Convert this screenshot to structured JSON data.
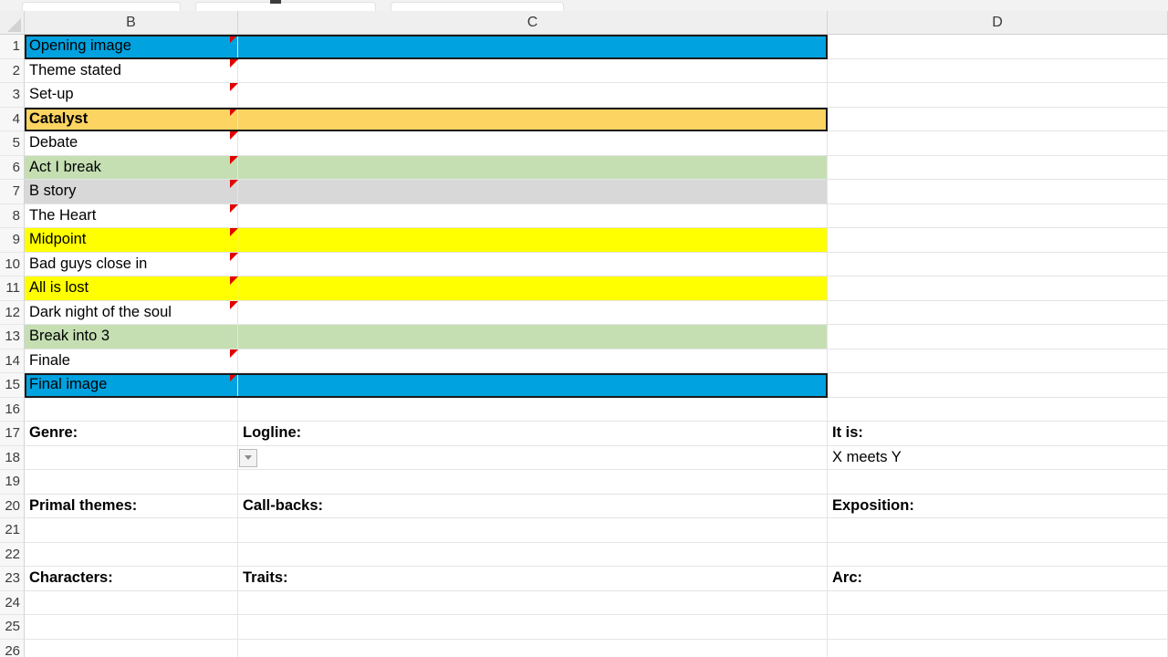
{
  "app": {
    "type": "spreadsheet",
    "tabs": [
      {
        "name": "tab-left-partial",
        "label": ""
      },
      {
        "name": "tab-active-partial",
        "label": ""
      },
      {
        "name": "tab-right-partial",
        "label": ""
      }
    ]
  },
  "grid": {
    "column_headers": [
      "B",
      "C",
      "D"
    ],
    "row_numbers": [
      "1",
      "2",
      "3",
      "4",
      "5",
      "6",
      "7",
      "8",
      "9",
      "10",
      "11",
      "12",
      "13",
      "14",
      "15",
      "16",
      "17",
      "18",
      "19",
      "20",
      "21",
      "22",
      "23",
      "24",
      "25",
      "26"
    ],
    "colors": {
      "blue": "#00A2E0",
      "gold": "#FCD462",
      "green": "#C5DFB3",
      "gray": "#D8D8D8",
      "yellow": "#FFFF00",
      "white": "#FFFFFF",
      "header_bg": "#EFEFEF",
      "gutter_bg": "#F7F7F7",
      "gridline": "#E4E4E4",
      "comment_marker": "#E00000"
    }
  },
  "beats": [
    {
      "row": "1",
      "label": "Opening image",
      "fill": "blue",
      "bold": false,
      "comment": true,
      "boxed": true
    },
    {
      "row": "2",
      "label": "Theme stated",
      "fill": "white",
      "bold": false,
      "comment": true,
      "boxed": false
    },
    {
      "row": "3",
      "label": "Set-up",
      "fill": "white",
      "bold": false,
      "comment": true,
      "boxed": false
    },
    {
      "row": "4",
      "label": "Catalyst",
      "fill": "gold",
      "bold": true,
      "comment": true,
      "boxed": true
    },
    {
      "row": "5",
      "label": "Debate",
      "fill": "white",
      "bold": false,
      "comment": true,
      "boxed": false
    },
    {
      "row": "6",
      "label": "Act I break",
      "fill": "green",
      "bold": false,
      "comment": true,
      "boxed": false
    },
    {
      "row": "7",
      "label": "B story",
      "fill": "gray",
      "bold": false,
      "comment": true,
      "boxed": false
    },
    {
      "row": "8",
      "label": "The Heart",
      "fill": "white",
      "bold": false,
      "comment": true,
      "boxed": false
    },
    {
      "row": "9",
      "label": "Midpoint",
      "fill": "yellow",
      "bold": false,
      "comment": true,
      "boxed": false
    },
    {
      "row": "10",
      "label": "Bad guys close in",
      "fill": "white",
      "bold": false,
      "comment": true,
      "boxed": false
    },
    {
      "row": "11",
      "label": "All is lost",
      "fill": "yellow",
      "bold": false,
      "comment": true,
      "boxed": false
    },
    {
      "row": "12",
      "label": "Dark night of the soul",
      "fill": "white",
      "bold": false,
      "comment": true,
      "boxed": false
    },
    {
      "row": "13",
      "label": "Break into 3",
      "fill": "green",
      "bold": false,
      "comment": false,
      "boxed": false
    },
    {
      "row": "14",
      "label": "Finale",
      "fill": "white",
      "bold": false,
      "comment": true,
      "boxed": false
    },
    {
      "row": "15",
      "label": "Final image",
      "fill": "blue",
      "bold": false,
      "comment": true,
      "boxed": true
    }
  ],
  "form": {
    "row17": {
      "b": "Genre:",
      "c": "Logline:",
      "d": "It is:"
    },
    "row18": {
      "b": "",
      "c": "",
      "d": "X meets Y",
      "c_has_dropdown": true
    },
    "row20": {
      "b": "Primal themes:",
      "c": "Call-backs:",
      "d": "Exposition:"
    },
    "row23": {
      "b": "Characters:",
      "c": "Traits:",
      "d": "Arc:"
    }
  }
}
